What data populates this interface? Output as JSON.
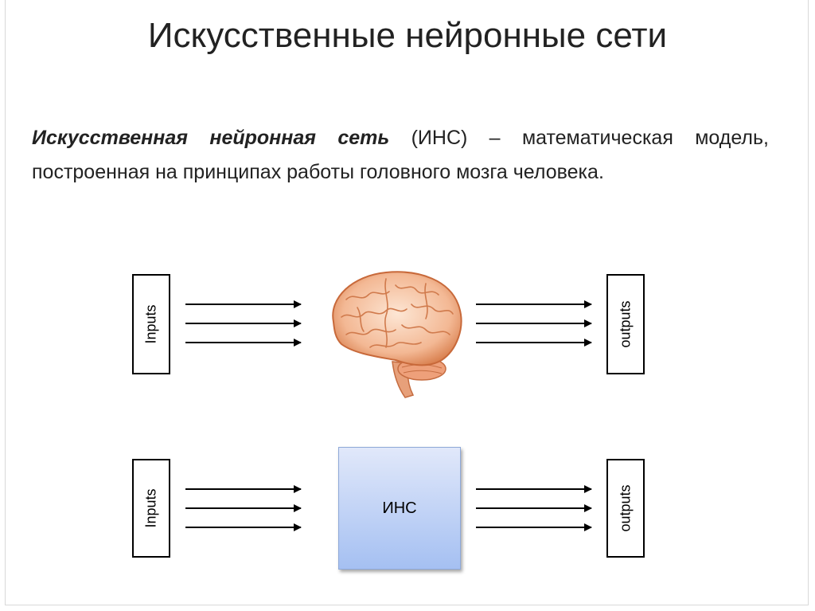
{
  "slide": {
    "title": "Искусственные нейронные сети",
    "paragraph": {
      "term": "Искусственная нейронная сеть",
      "rest": " (ИНС) – математическая модель, построенная на принципах работы головного мозга человека."
    }
  },
  "diagram": {
    "row_brain": {
      "input_label": "Inputs",
      "output_label": "outputs"
    },
    "row_ins": {
      "input_label": "Inputs",
      "center_label": "ИНС",
      "output_label": "outputs"
    }
  },
  "colors": {
    "ins_top": "#e1e8fa",
    "ins_bottom": "#a5c0f2",
    "brain": "#e39a6f"
  }
}
